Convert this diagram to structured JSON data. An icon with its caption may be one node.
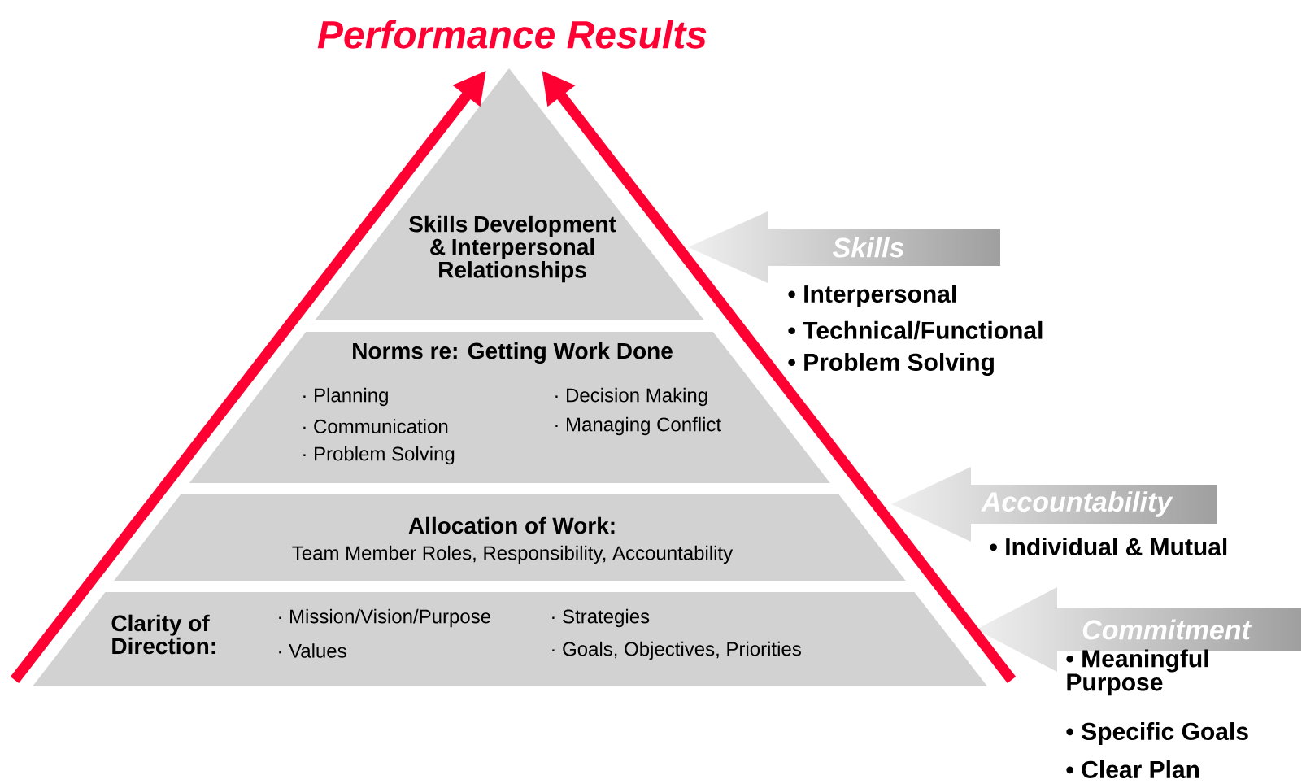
{
  "diagram": {
    "nodes": [
      {
        "text": [
          "Skills Development & Interpersonal Relationships"
        ]
      },
      {
        "text": [
          "Norms re: Getting Work Done",
          "· Planning",
          "· Decision Making",
          "· Communication",
          "· Managing Conflict",
          "· Problem Solving"
        ]
      },
      {
        "text": [
          "Allocation of Work:",
          "Team Member Roles, Responsibility,  Accountability"
        ]
      },
      {
        "text": [
          "Clarity of Direction:",
          "· Mission/Vision/Purpose",
          "· Strategies",
          "· Values",
          "· Goals, Objectives, Priorities"
        ]
      },
      {
        "text": [
          "Skills"
        ],
        "beside": [
          "• Interpersonal",
          "• Technical/Functional",
          "• Problem Solving"
        ]
      },
      {
        "text": [
          "Accountability"
        ],
        "beside": [
          "• Individual & Mutual"
        ]
      },
      {
        "text": [
          "Commitment"
        ],
        "beside": [
          "• Meaningful Purpose",
          "• Specific Goals",
          "• Clear Plan"
        ]
      },
      {
        "text": [
          "Performance Results"
        ]
      }
    ],
    "edges": [
      {
        "from": null,
        "to": 7,
        "arrow": "to"
      },
      {
        "from": null,
        "to": 7,
        "arrow": "to"
      }
    ]
  }
}
